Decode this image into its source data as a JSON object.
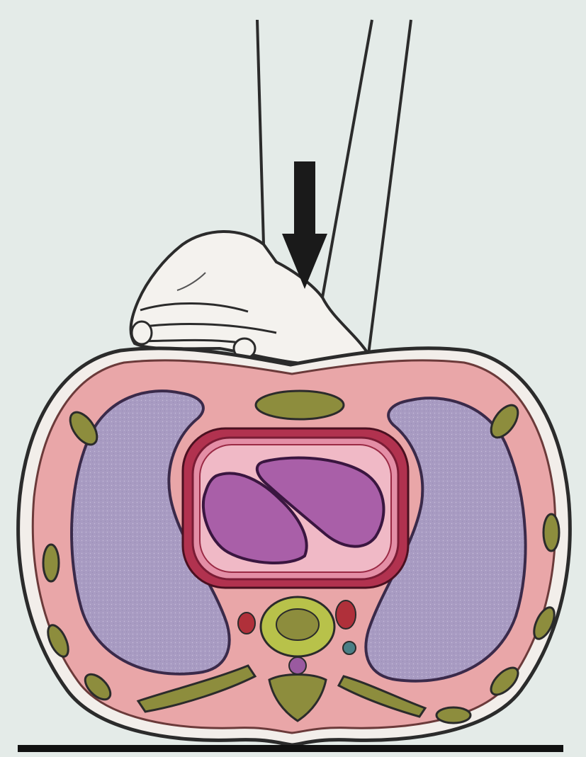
{
  "figure": {
    "background_color": "#e4ebe8",
    "arrow_direction": "down",
    "compression": {
      "actor": "rescuer-hand-heel",
      "site": "sternum",
      "surface_below": "firm-flat-surface"
    },
    "structures": [
      "rescuer-arms",
      "hand",
      "compression-arrow",
      "chest-wall",
      "sternum",
      "right-lung",
      "left-lung",
      "pericardium",
      "heart-chambers",
      "vertebra",
      "spinal-canal",
      "aorta",
      "posterior-ribs",
      "lateral-ribs",
      "support-surface"
    ],
    "colors": {
      "outline": "#2b2b2b",
      "skin": "#f4f2ee",
      "tissue": "#e9a6a8",
      "lung": "#a89bc2",
      "pericardium": "#b1324f",
      "heart": "#a95fa8",
      "bone": "#8d8d3d",
      "vertebral_body": "#b8c24a",
      "vessel": "#b0303a",
      "floor": "#111111"
    }
  }
}
